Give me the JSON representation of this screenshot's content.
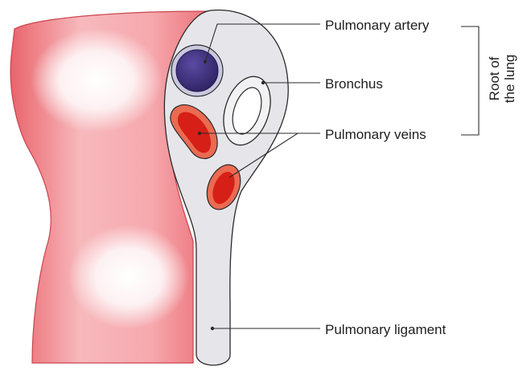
{
  "labels": {
    "pulmonary_artery": "Pulmonary artery",
    "bronchus": "Bronchus",
    "pulmonary_veins": "Pulmonary veins",
    "pulmonary_ligament": "Pulmonary ligament",
    "root_line1": "Root of",
    "root_line2": "the lung"
  },
  "colors": {
    "lung_surface": "#ef7d84",
    "lung_highlight": "#fde9eb",
    "pleura_hilum": "#e4e5e9",
    "artery": "#3f2f7e",
    "vein": "#d8231c",
    "vein_rim": "#ea6a52",
    "outline": "#222222"
  }
}
